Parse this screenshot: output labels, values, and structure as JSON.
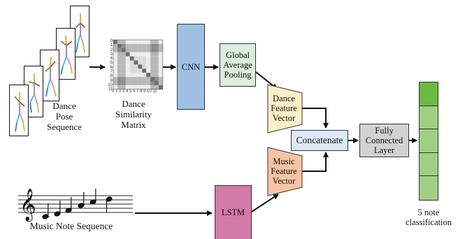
{
  "pose_sequence_label": [
    "Dance",
    "Pose",
    "Sequence"
  ],
  "similarity_matrix_label": [
    "Dance",
    "Similarity",
    "Matrix"
  ],
  "matrix_tick_labels": [
    "0",
    "1",
    "2",
    "3",
    "4",
    "5",
    "6",
    "7",
    "8",
    "9",
    "10",
    "11"
  ],
  "matrix_x_ticks": "0 1 2 3 4 5 6 7 8 9 10 11",
  "cnn_label": "CNN",
  "gap_label": [
    "Global",
    "Average",
    "Pooling"
  ],
  "dance_feature_label": [
    "Dance",
    "Feature",
    "Vector"
  ],
  "music_feature_label": [
    "Music",
    "Feature",
    "Vector"
  ],
  "concat_label": "Concatenate",
  "fc_label": [
    "Fully",
    "Connected",
    "Layer"
  ],
  "lstm_label": "LSTM",
  "music_sequence_label": "Music Note Sequence",
  "output_label": [
    "5 note",
    "classification"
  ],
  "colors": {
    "cnn": "#9ec1e3",
    "gap": "#dbeedb",
    "dance_feature": "#fdf0c9",
    "music_feature": "#f6c4a4",
    "concat": "#dde9f8",
    "fc": "#d2d2d2",
    "lstm": "#d37aa6",
    "output_cells": [
      "#6dbb3f",
      "#a0cf83",
      "#a0cf83",
      "#a0cf83",
      "#a0cf83"
    ]
  }
}
